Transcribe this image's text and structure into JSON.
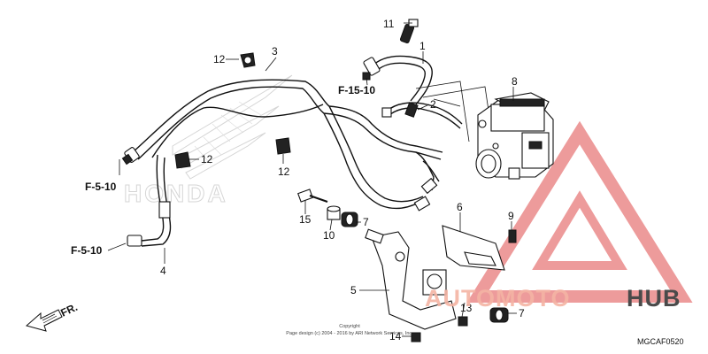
{
  "watermark": {
    "brand_part1": "AUTOMOTO",
    "brand_part2": "HUB",
    "accent_color": "#f0a0a0",
    "triangle_color": "#e88080",
    "text_color_1": "#f4b0a0",
    "text_color_2": "#4a4a4a"
  },
  "part_numbers": {
    "p1": "1",
    "p2": "2",
    "p3": "3",
    "p4": "4",
    "p5": "5",
    "p6": "6",
    "p7a": "7",
    "p7b": "7",
    "p8": "8",
    "p9": "9",
    "p10": "10",
    "p11": "11",
    "p12a": "12",
    "p12b": "12",
    "p12c": "12",
    "p13": "13",
    "p14": "14",
    "p15": "15"
  },
  "references": {
    "f15_10": "F-15-10",
    "f5_10_a": "F-5-10",
    "f5_10_b": "F-5-10"
  },
  "front_label": "FR.",
  "background_logo_text": "HONDA",
  "copyright": {
    "line1": "Copyright",
    "line2": "Page design (c) 2004 - 2016 by ARI Network Services, Inc."
  },
  "diagram_code": "MGCAF0520"
}
